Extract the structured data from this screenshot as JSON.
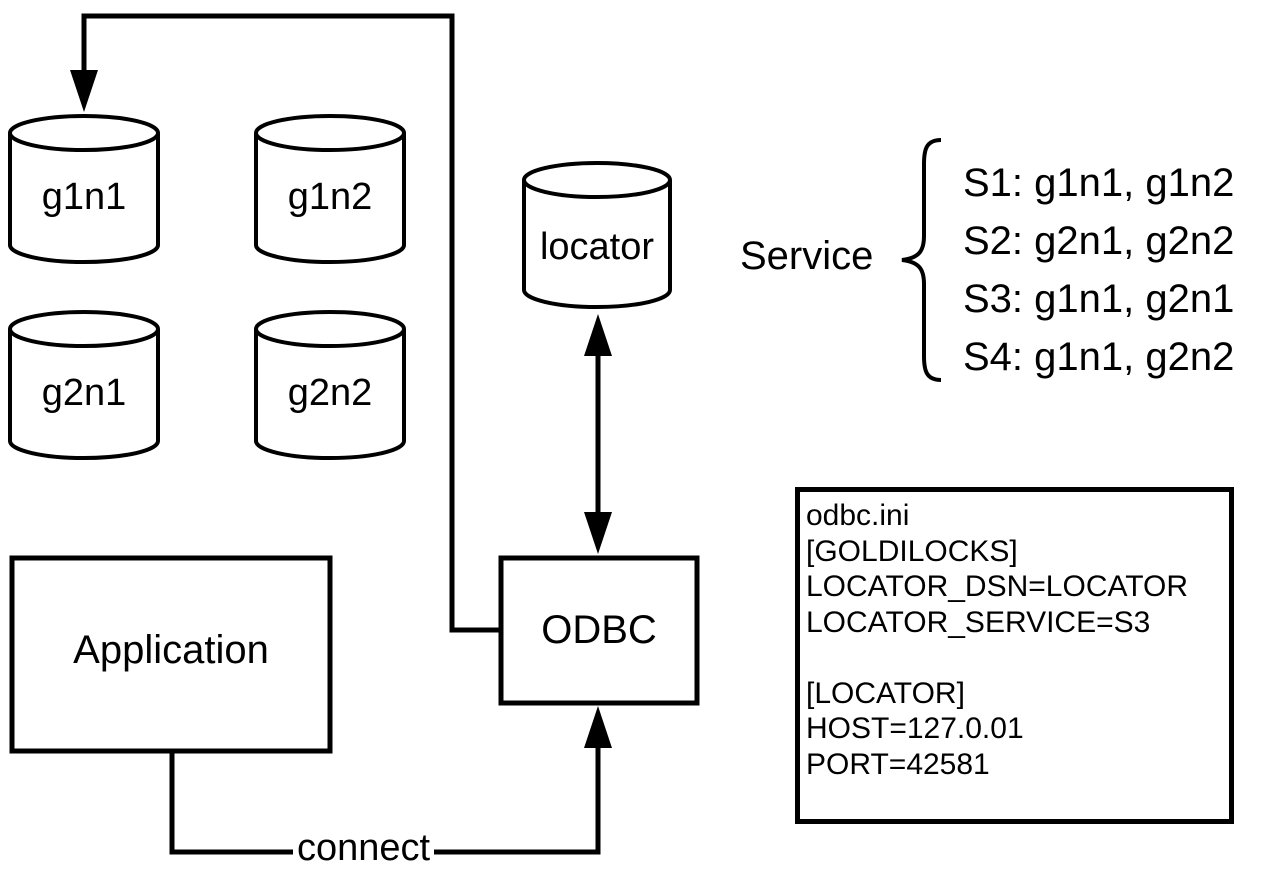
{
  "nodes": {
    "g1n1": "g1n1",
    "g1n2": "g1n2",
    "g2n1": "g2n1",
    "g2n2": "g2n2",
    "locator": "locator",
    "application": "Application",
    "odbc": "ODBC"
  },
  "service": {
    "label": "Service",
    "items": [
      "S1: g1n1, g1n2",
      "S2: g2n1, g2n2",
      "S3: g1n1, g2n1",
      "S4: g1n1, g2n2"
    ]
  },
  "config": {
    "lines": [
      "odbc.ini",
      "[GOLDILOCKS]",
      "LOCATOR_DSN=LOCATOR",
      "LOCATOR_SERVICE=S3",
      "",
      "[LOCATOR]",
      "HOST=127.0.01",
      "PORT=42581"
    ]
  },
  "edges": {
    "connect_label": "connect"
  }
}
